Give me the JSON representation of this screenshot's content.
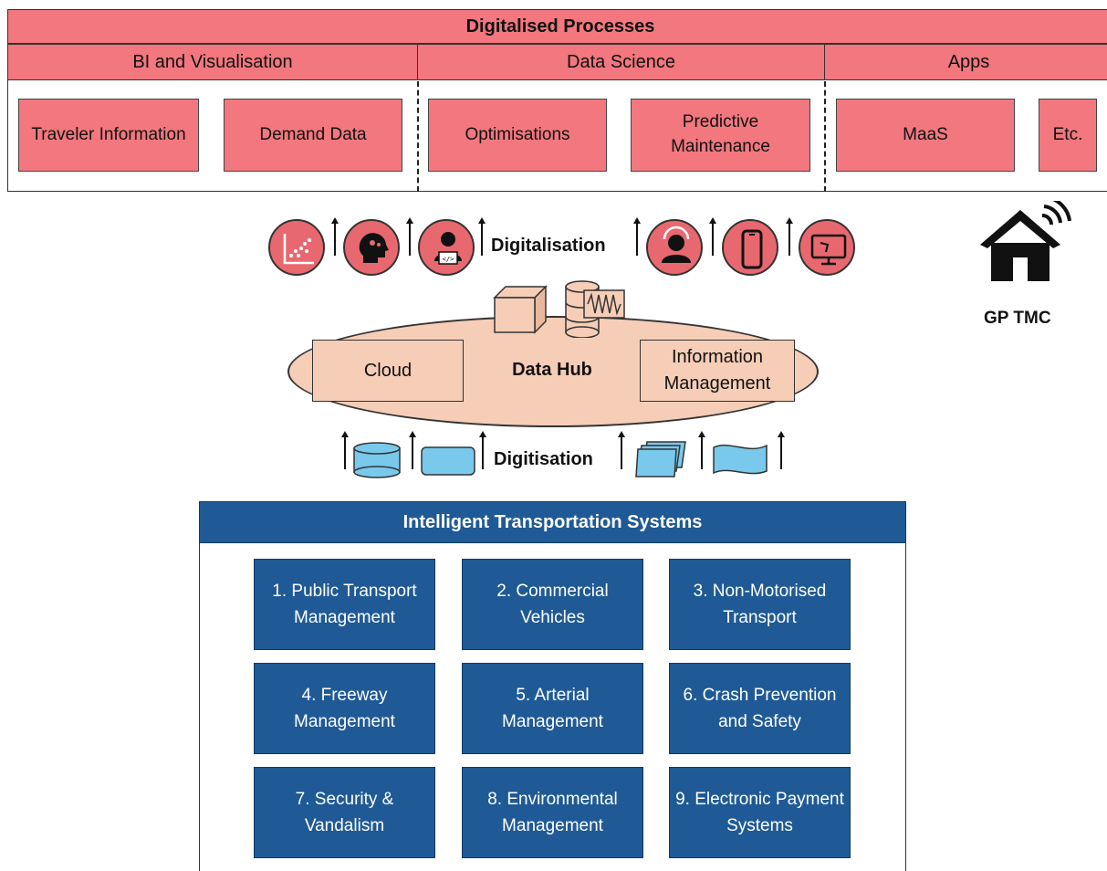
{
  "digitalised_processes": {
    "title": "Digitalised Processes",
    "categories": [
      "BI and Visualisation",
      "Data Science",
      "Apps"
    ],
    "items": [
      "Traveler Information",
      "Demand Data",
      "Optimisations",
      "Predictive Maintenance",
      "MaaS",
      "Etc."
    ]
  },
  "digitalisation_label": "Digitalisation",
  "digitisation_label": "Digitisation",
  "gp_tmc": {
    "label": "GP TMC",
    "icon": "smart-home-icon"
  },
  "data_hub": {
    "center_label": "Data Hub",
    "left_box": "Cloud",
    "right_box": "Information Management"
  },
  "icons_top": [
    "scatter-chart-icon",
    "brain-head-icon",
    "developer-laptop-icon",
    "support-agent-icon",
    "smartphone-icon",
    "monitor-icon"
  ],
  "icons_bottom": [
    "database-cylinder-icon",
    "rounded-rect-icon",
    "stacked-cards-icon",
    "wave-document-icon"
  ],
  "its": {
    "title": "Intelligent Transportation Systems",
    "items": [
      "1. Public Transport Management",
      "2. Commercial Vehicles",
      "3. Non-Motorised Transport",
      "4. Freeway Management",
      "5. Arterial Management",
      "6. Crash Prevention and Safety",
      "7. Security & Vandalism",
      "8. Environmental Management",
      "9. Electronic Payment Systems"
    ]
  },
  "colors": {
    "process_fill": "#f2777e",
    "hub_fill": "#f6cdb7",
    "its_fill": "#1f5a96",
    "store_fill": "#79c9ec"
  }
}
